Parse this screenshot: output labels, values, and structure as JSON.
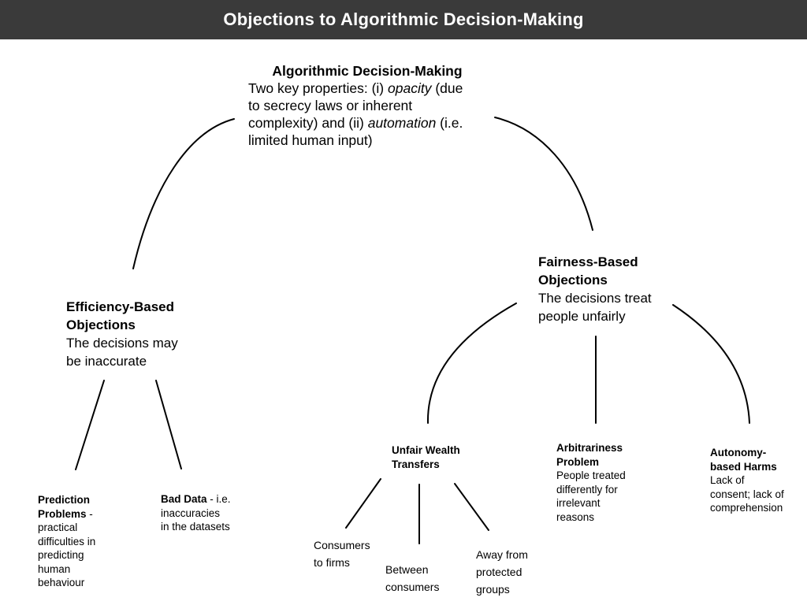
{
  "header": {
    "title": "Objections to Algorithmic Decision-Making",
    "bg_color": "#3a3a3a",
    "text_color": "#ffffff"
  },
  "diagram": {
    "background_color": "#ffffff",
    "line_color": "#000000",
    "nodes": {
      "root": {
        "lines": [
          {
            "align": "center",
            "segs": [
              {
                "text": "Algorithmic Decision-Making",
                "bold": true
              }
            ]
          },
          {
            "segs": [
              {
                "text": "Two key properties: (i) "
              },
              {
                "text": "opacity",
                "italic": true
              },
              {
                "text": " (due"
              }
            ]
          },
          {
            "segs": [
              {
                "text": "to secrecy laws or inherent"
              }
            ]
          },
          {
            "segs": [
              {
                "text": "complexity) and (ii) "
              },
              {
                "text": "automation",
                "italic": true
              },
              {
                "text": " (i.e."
              }
            ]
          },
          {
            "segs": [
              {
                "text": "limited human input)"
              }
            ]
          }
        ]
      },
      "efficiency": {
        "lines": [
          {
            "segs": [
              {
                "text": "Efficiency-Based",
                "bold": true
              }
            ]
          },
          {
            "segs": [
              {
                "text": "Objections",
                "bold": true
              }
            ]
          },
          {
            "segs": [
              {
                "text": "The decisions may"
              }
            ]
          },
          {
            "segs": [
              {
                "text": "be inaccurate"
              }
            ]
          }
        ]
      },
      "fairness": {
        "lines": [
          {
            "segs": [
              {
                "text": "Fairness-Based",
                "bold": true
              }
            ]
          },
          {
            "segs": [
              {
                "text": "Objections",
                "bold": true
              }
            ]
          },
          {
            "segs": [
              {
                "text": "The decisions treat"
              }
            ]
          },
          {
            "segs": [
              {
                "text": "people unfairly"
              }
            ]
          }
        ]
      },
      "prediction": {
        "lines": [
          {
            "segs": [
              {
                "text": "Prediction",
                "bold": true
              }
            ]
          },
          {
            "segs": [
              {
                "text": "Problems",
                "bold": true
              },
              {
                "text": " -"
              }
            ]
          },
          {
            "segs": [
              {
                "text": "practical"
              }
            ]
          },
          {
            "segs": [
              {
                "text": "difficulties in"
              }
            ]
          },
          {
            "segs": [
              {
                "text": "predicting"
              }
            ]
          },
          {
            "segs": [
              {
                "text": "human"
              }
            ]
          },
          {
            "segs": [
              {
                "text": "behaviour"
              }
            ]
          }
        ]
      },
      "bad_data": {
        "lines": [
          {
            "segs": [
              {
                "text": "Bad Data",
                "bold": true
              },
              {
                "text": " - i.e."
              }
            ]
          },
          {
            "segs": [
              {
                "text": "inaccuracies"
              }
            ]
          },
          {
            "segs": [
              {
                "text": "in the datasets"
              }
            ]
          }
        ]
      },
      "unfair_transfers": {
        "lines": [
          {
            "segs": [
              {
                "text": "Unfair Wealth",
                "bold": true
              }
            ]
          },
          {
            "segs": [
              {
                "text": "Transfers",
                "bold": true
              }
            ]
          }
        ]
      },
      "arbitrariness": {
        "lines": [
          {
            "segs": [
              {
                "text": "Arbitrariness",
                "bold": true
              }
            ]
          },
          {
            "segs": [
              {
                "text": "Problem",
                "bold": true
              }
            ]
          },
          {
            "segs": [
              {
                "text": "People treated"
              }
            ]
          },
          {
            "segs": [
              {
                "text": "differently for"
              }
            ]
          },
          {
            "segs": [
              {
                "text": "irrelevant"
              }
            ]
          },
          {
            "segs": [
              {
                "text": "reasons"
              }
            ]
          }
        ]
      },
      "autonomy": {
        "lines": [
          {
            "segs": [
              {
                "text": "Autonomy-",
                "bold": true
              }
            ]
          },
          {
            "segs": [
              {
                "text": "based Harms",
                "bold": true
              }
            ]
          },
          {
            "segs": [
              {
                "text": "Lack of"
              }
            ]
          },
          {
            "segs": [
              {
                "text": "consent; lack of"
              }
            ]
          },
          {
            "segs": [
              {
                "text": "comprehension"
              }
            ]
          }
        ]
      },
      "consumers_to_firms": {
        "lines": [
          {
            "segs": [
              {
                "text": "Consumers"
              }
            ]
          },
          {
            "segs": [
              {
                "text": "to firms"
              }
            ]
          }
        ]
      },
      "between_consumers": {
        "lines": [
          {
            "segs": [
              {
                "text": "Between"
              }
            ]
          },
          {
            "segs": [
              {
                "text": "consumers"
              }
            ]
          }
        ]
      },
      "away_from_protected": {
        "lines": [
          {
            "segs": [
              {
                "text": "Away from"
              }
            ]
          },
          {
            "segs": [
              {
                "text": "protected"
              }
            ]
          },
          {
            "segs": [
              {
                "text": "groups"
              }
            ]
          }
        ]
      }
    },
    "edges": [
      {
        "from": "root",
        "to": "efficiency",
        "shape": "curve"
      },
      {
        "from": "root",
        "to": "fairness",
        "shape": "curve"
      },
      {
        "from": "efficiency",
        "to": "prediction",
        "shape": "line"
      },
      {
        "from": "efficiency",
        "to": "bad_data",
        "shape": "line"
      },
      {
        "from": "fairness",
        "to": "unfair_transfers",
        "shape": "curve"
      },
      {
        "from": "fairness",
        "to": "arbitrariness",
        "shape": "line"
      },
      {
        "from": "fairness",
        "to": "autonomy",
        "shape": "curve"
      },
      {
        "from": "unfair_transfers",
        "to": "consumers_to_firms",
        "shape": "line"
      },
      {
        "from": "unfair_transfers",
        "to": "between_consumers",
        "shape": "line"
      },
      {
        "from": "unfair_transfers",
        "to": "away_from_protected",
        "shape": "line"
      }
    ]
  }
}
